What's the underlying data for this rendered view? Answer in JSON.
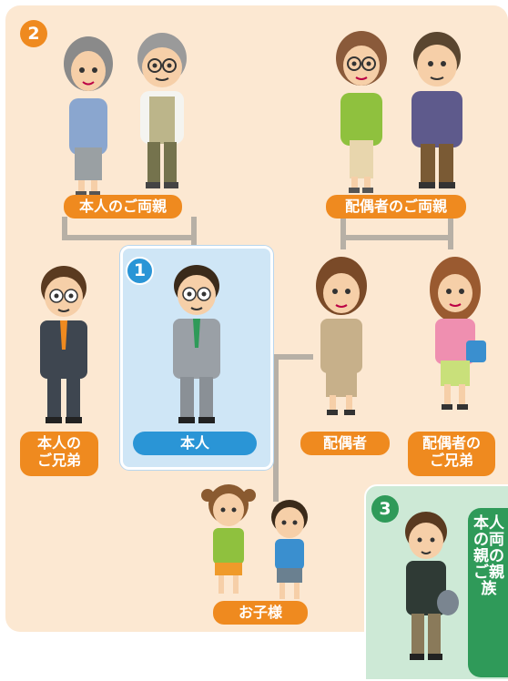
{
  "badges": {
    "self": "1",
    "parents": "2",
    "inlaws_relatives": "3"
  },
  "labels": {
    "own_parents": "本人のご両親",
    "spouse_parents": "配偶者のご両親",
    "own_siblings_line1": "本人の",
    "own_siblings_line2": "ご兄弟",
    "self": "本人",
    "spouse": "配偶者",
    "spouse_siblings_line1": "配偶者の",
    "spouse_siblings_line2": "ご兄弟",
    "children": "お子様",
    "spouse_relatives": "本人の両親のご親族"
  },
  "colors": {
    "panel_bg": "#fce8d2",
    "accent_orange": "#ef8a1f",
    "self_blue": "#2a95d6",
    "self_box_bg": "#cfe6f6",
    "relatives_green": "#2f9a59",
    "relatives_bg": "#cde9d6",
    "connector": "#b7b0a6"
  }
}
